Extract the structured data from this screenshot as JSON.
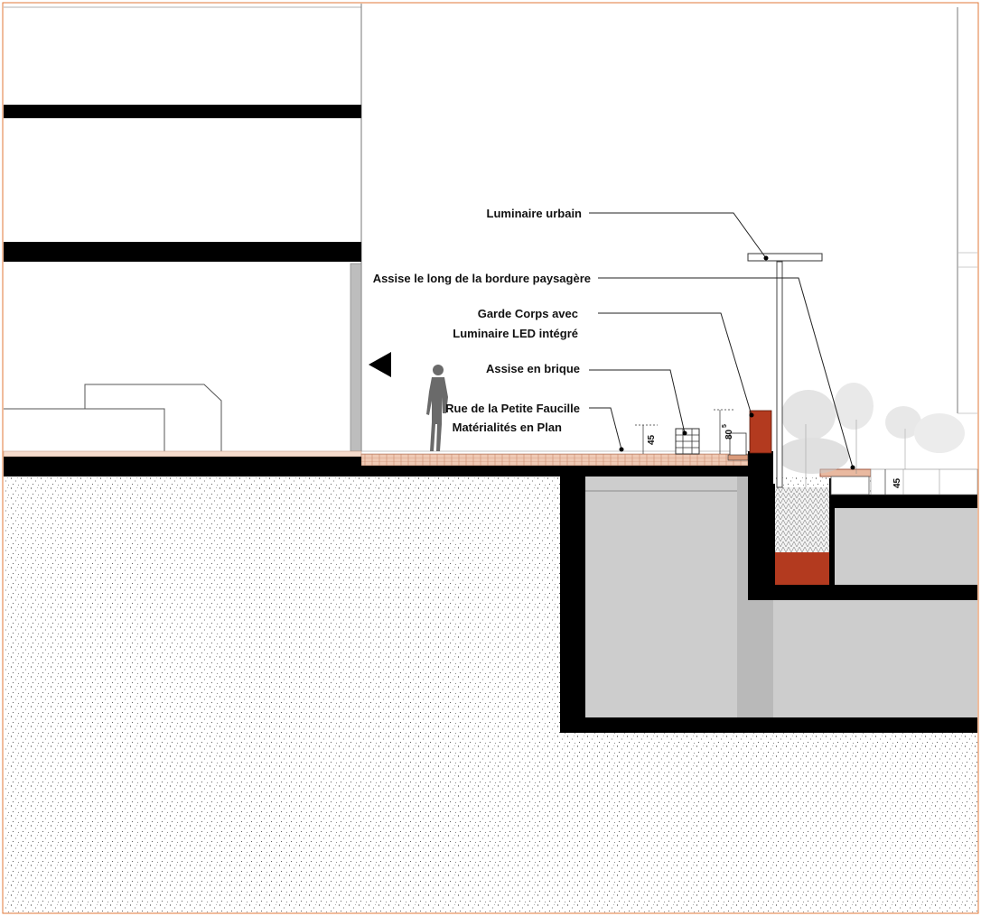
{
  "annotations": {
    "luminaire_urbain": "Luminaire urbain",
    "assise_bordure": "Assise le long de la bordure paysagère",
    "garde_corps_line1": "Garde Corps avec",
    "garde_corps_line2": "Luminaire LED intégré",
    "assise_brique": "Assise en brique",
    "rue_line1": "Rue de la Petite Faucille",
    "rue_line2": "Matérialités en  Plan"
  },
  "dimensions": {
    "bench_height": "45",
    "guardrail_height": "80",
    "guardrail_height_sup": "5",
    "planter_seat_height": "45"
  },
  "colors": {
    "brick": "#b33a1f",
    "paving": "#efc9b4",
    "concrete": "#cdcdcd",
    "structure": "#000000",
    "frame": "#e07a3a"
  }
}
